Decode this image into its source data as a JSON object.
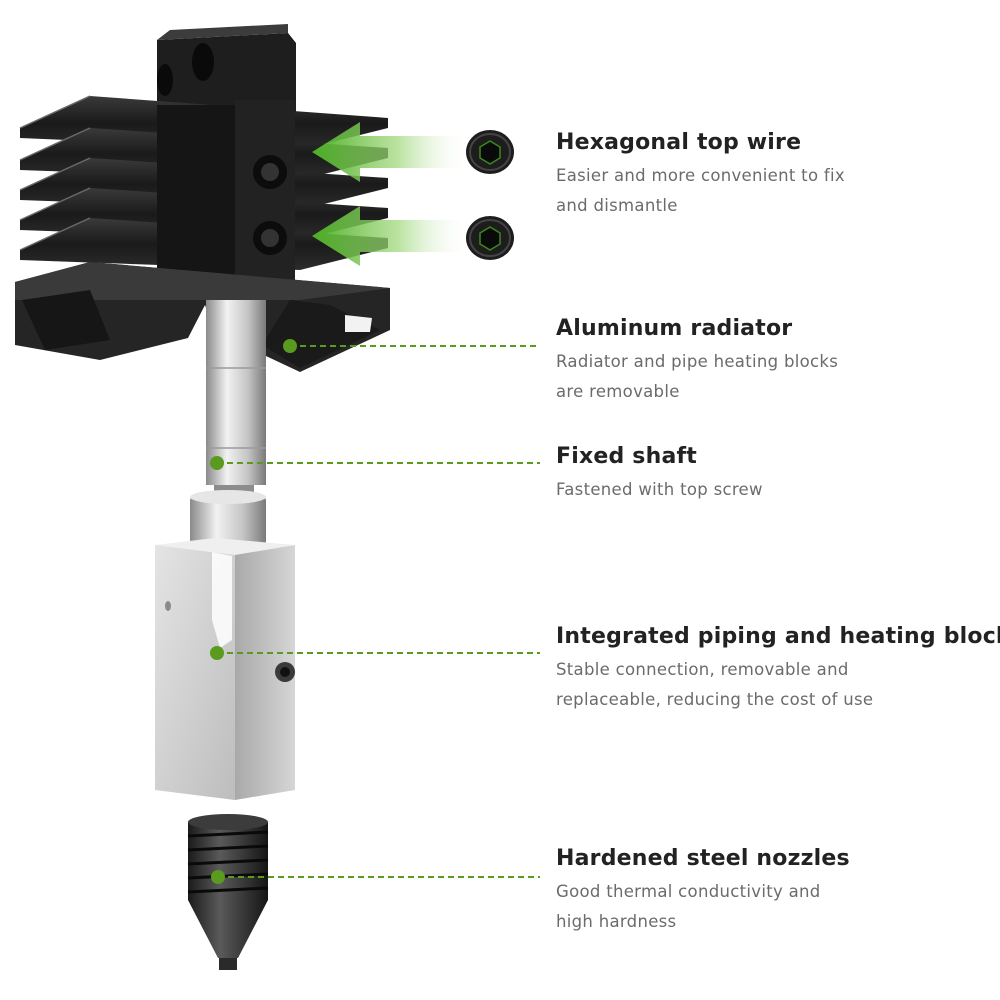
{
  "colors": {
    "accent": "#5a9a1e",
    "arrow": "#5cb82e",
    "title": "#222222",
    "description": "#6b6b6b",
    "heatsink": "#1c1c1c",
    "steel": "#d0d0d0"
  },
  "callouts": [
    {
      "title": "Hexagonal top wire",
      "description": "Easier and more convenient to fix\nand dismantle"
    },
    {
      "title": "Aluminum radiator",
      "description": "Radiator and pipe heating blocks\n are removable"
    },
    {
      "title": "Fixed shaft",
      "description": "Fastened with top screw"
    },
    {
      "title": "Integrated piping and heating blocks",
      "description": "Stable connection, removable and\n replaceable, reducing the cost of use"
    },
    {
      "title": "Hardened steel nozzles",
      "description": "Good thermal conductivity and\n high hardness"
    }
  ],
  "parts": {
    "screws": [
      "hex-socket-set-screw",
      "hex-socket-set-screw"
    ],
    "icons": [
      "arrow-left-icon",
      "arrow-left-icon"
    ]
  }
}
